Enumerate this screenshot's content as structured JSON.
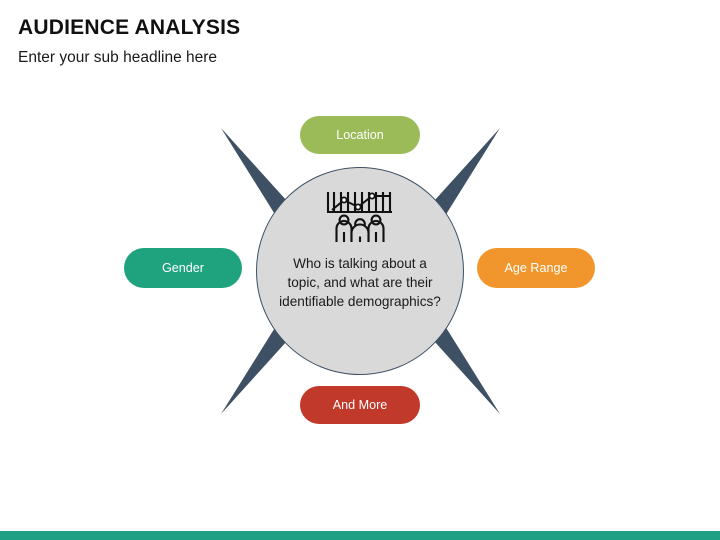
{
  "slide": {
    "title": "AUDIENCE ANALYSIS",
    "subtitle": "Enter your sub headline here",
    "background_color": "#ffffff",
    "footer_bar_color": "#1fa085"
  },
  "center": {
    "icon_name": "audience-demographics-icon",
    "fill_color": "#d9d9d9",
    "border_color": "#3e5063",
    "text_lines": [
      "Who is talking about a",
      "topic, and what are their",
      "identifiable demographics?"
    ]
  },
  "spokes": {
    "color": "#3e5063",
    "count": 4,
    "directions": [
      "top-left",
      "top-right",
      "bottom-left",
      "bottom-right"
    ]
  },
  "pills": [
    {
      "id": "location",
      "label": "Location",
      "color": "#9bbb59",
      "position": "top"
    },
    {
      "id": "gender",
      "label": "Gender",
      "color": "#1fa37f",
      "position": "left"
    },
    {
      "id": "age_range",
      "label": "Age Range",
      "color": "#f0962d",
      "position": "right"
    },
    {
      "id": "and_more",
      "label": "And More",
      "color": "#c0392b",
      "position": "bottom"
    }
  ]
}
